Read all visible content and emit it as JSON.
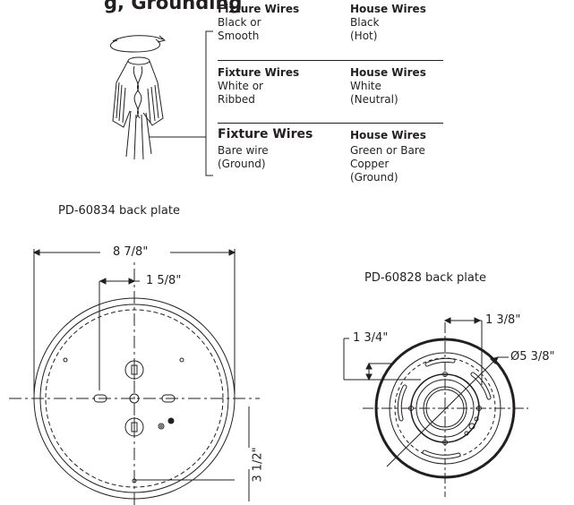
{
  "wiring": {
    "heading_fragment": "g, Grounding",
    "rows": [
      {
        "fixture_head": "Fixture Wires",
        "fixture_value": "Black or\nSmooth",
        "house_head": "House Wires",
        "house_value": "Black\n(Hot)"
      },
      {
        "fixture_head": "Fixture Wires",
        "fixture_value": "White or\nRibbed",
        "house_head": "House Wires",
        "house_value": "White\n(Neutral)"
      },
      {
        "fixture_head": "Fixture Wires",
        "fixture_value": "Bare wire\n(Ground)",
        "house_head": "House Wires",
        "house_value": "Green or Bare Copper\n(Ground)"
      }
    ]
  },
  "plate_a": {
    "title": "PD-60834 back plate",
    "dim_width": "8 7/8\"",
    "dim_offset": "1 5/8\"",
    "dim_depth": "3 1/2\""
  },
  "plate_b": {
    "title": "PD-60828 back plate",
    "dim_offset": "1 3/8\"",
    "dim_side": "1 3/4\"",
    "dim_diameter": "Ø5 3/8\""
  }
}
